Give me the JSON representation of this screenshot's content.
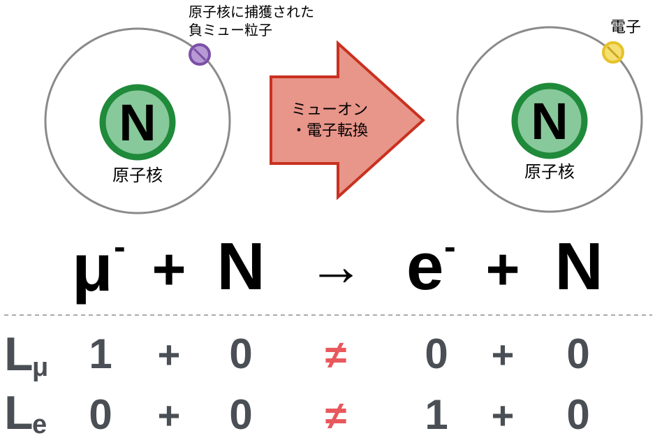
{
  "colors": {
    "orbit": "#8a8a8a",
    "nucleus_fill": "#87c99a",
    "nucleus_ring": "#1f8a3a",
    "muon_fill": "#b79ad3",
    "muon_ring": "#7a4fa8",
    "electron_fill": "#f5de72",
    "electron_ring": "#e6c22a",
    "arrow_fill": "#e8958a",
    "arrow_stroke": "#c9311f",
    "neq": "#e8585c",
    "number_gray": "#4a4f55",
    "equation_black": "#000000",
    "divider": "#aaaaaa"
  },
  "left_atom": {
    "nucleus_symbol": "N",
    "nucleus_label": "原子核",
    "particle_label_line1": "原子核に捕獲された",
    "particle_label_line2": "負ミュー粒子"
  },
  "arrow": {
    "label_line1": "ミューオン",
    "label_line2": "・電子転換"
  },
  "right_atom": {
    "nucleus_symbol": "N",
    "nucleus_label": "原子核",
    "particle_label": "電子"
  },
  "equation": {
    "muon": "μ",
    "muon_charge": "-",
    "plus1": "+",
    "nucleus1": "N",
    "arrow": "→",
    "electron": "e",
    "electron_charge": "-",
    "plus2": "+",
    "nucleus2": "N"
  },
  "lepton_table": {
    "rows": [
      {
        "symbol": "L",
        "subscript": "μ",
        "a": "1",
        "op1": "+",
        "b": "0",
        "rel": "≠",
        "c": "0",
        "op2": "+",
        "d": "0"
      },
      {
        "symbol": "L",
        "subscript": "e",
        "a": "0",
        "op1": "+",
        "b": "0",
        "rel": "≠",
        "c": "1",
        "op2": "+",
        "d": "0"
      }
    ]
  }
}
